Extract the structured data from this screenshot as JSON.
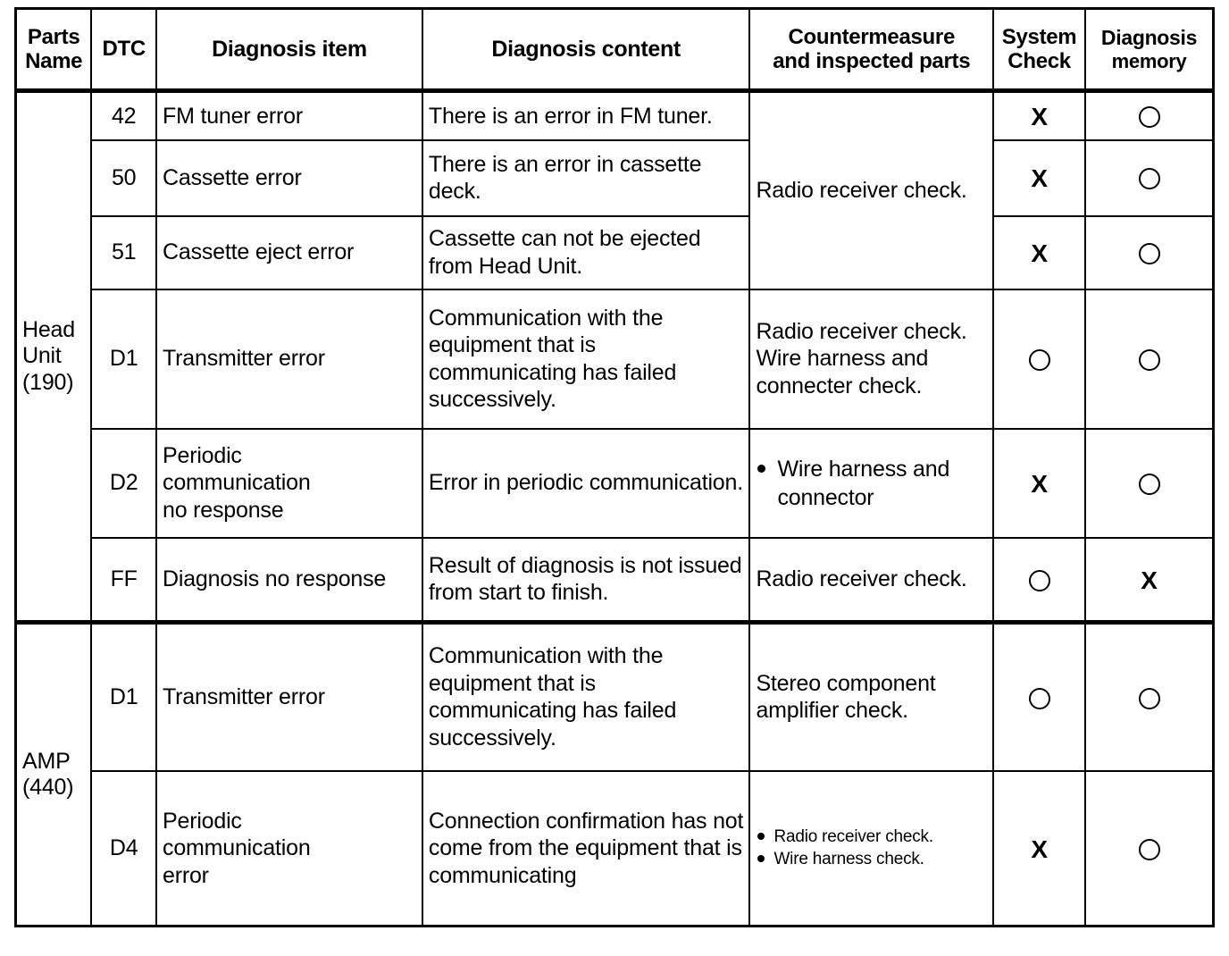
{
  "table": {
    "headers": {
      "parts_name": "Parts\nName",
      "parts_name_l1": "Parts",
      "parts_name_l2": "Name",
      "dtc": "DTC",
      "diagnosis_item": "Diagnosis item",
      "diagnosis_content": "Diagnosis content",
      "countermeasure_l1": "Countermeasure",
      "countermeasure_l2": "and inspected parts",
      "system_check_l1": "System",
      "system_check_l2": "Check",
      "diagnosis_memory_l1": "Diagnosis",
      "diagnosis_memory_l2": "memory"
    },
    "sections": [
      {
        "parts_name_l1": "Head",
        "parts_name_l2": "Unit",
        "parts_name_l3": "(190)",
        "rows": [
          {
            "dtc": "42",
            "item": "FM tuner error",
            "content": "There is an error in FM tuner.",
            "countermeasure": "Radio receiver check.",
            "system_check": "X",
            "diagnosis_memory": "O"
          },
          {
            "dtc": "50",
            "item": "Cassette error",
            "content": "There is an error in cassette deck.",
            "countermeasure": "Radio receiver check.",
            "system_check": "X",
            "diagnosis_memory": "O"
          },
          {
            "dtc": "51",
            "item": "Cassette eject error",
            "content": "Cassette can not be ejected from Head Unit.",
            "countermeasure": "Radio receiver check.",
            "system_check": "X",
            "diagnosis_memory": "O"
          },
          {
            "dtc": "D1",
            "item": "Transmitter error",
            "content": "Communication with the equipment that is communicating has failed successively.",
            "countermeasure": "Radio receiver check. Wire harness and connecter check.",
            "countermeasure_lines": [
              "Radio receiver check.",
              "Wire harness and",
              "connecter check."
            ],
            "system_check": "O",
            "diagnosis_memory": "O"
          },
          {
            "dtc": "D2",
            "item": "Periodic communication no response",
            "item_lines": [
              "Periodic",
              "communication",
              "no response"
            ],
            "content": "Error in periodic communication.",
            "countermeasure_bullets": [
              "Wire harness and connector"
            ],
            "system_check": "X",
            "diagnosis_memory": "O"
          },
          {
            "dtc": "FF",
            "item": "Diagnosis no response",
            "content": "Result of diagnosis is not issued from start to finish.",
            "countermeasure": "Radio receiver check.",
            "system_check": "O",
            "diagnosis_memory": "X"
          }
        ]
      },
      {
        "parts_name_l1": "AMP",
        "parts_name_l2": "(440)",
        "parts_name_l3": "",
        "rows": [
          {
            "dtc": "D1",
            "item": "Transmitter error",
            "content": "Communication with the equipment that is communicating has failed successively.",
            "countermeasure": "Stereo component amplifier check.",
            "system_check": "O",
            "diagnosis_memory": "O"
          },
          {
            "dtc": "D4",
            "item": "Periodic communication error",
            "item_lines": [
              "Periodic",
              "communication",
              "error"
            ],
            "content": "Connection confirmation has not come from the equipment that is communicating",
            "countermeasure_bullets": [
              "Radio receiver check.",
              "Wire harness check."
            ],
            "system_check": "X",
            "diagnosis_memory": "O"
          }
        ]
      }
    ]
  },
  "marks": {
    "circle": "O",
    "cross": "X"
  }
}
